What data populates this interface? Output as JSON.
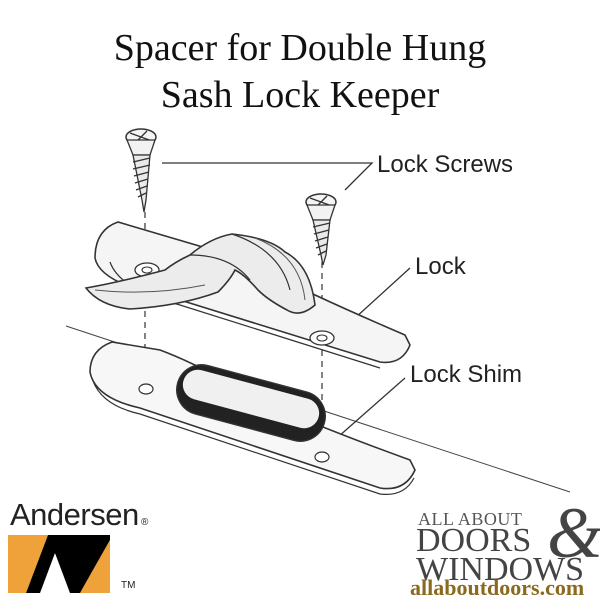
{
  "title": {
    "line1": "Spacer for Double Hung",
    "line2": "Sash Lock Keeper"
  },
  "callouts": {
    "screws": "Lock Screws",
    "lock": "Lock",
    "shim": "Lock Shim"
  },
  "brand_left": {
    "name": "Andersen",
    "reg": "®",
    "mark": "AW",
    "tm": "TM",
    "colors": {
      "orange": "#f0a23a",
      "black": "#000000"
    }
  },
  "brand_right": {
    "line1": "ALL ABOUT",
    "line2": "DOORS",
    "line3": "WINDOWS",
    "amp": "&",
    "url": "allaboutdoors.com",
    "colors": {
      "text": "#444444",
      "url": "#8a6a1e"
    }
  }
}
